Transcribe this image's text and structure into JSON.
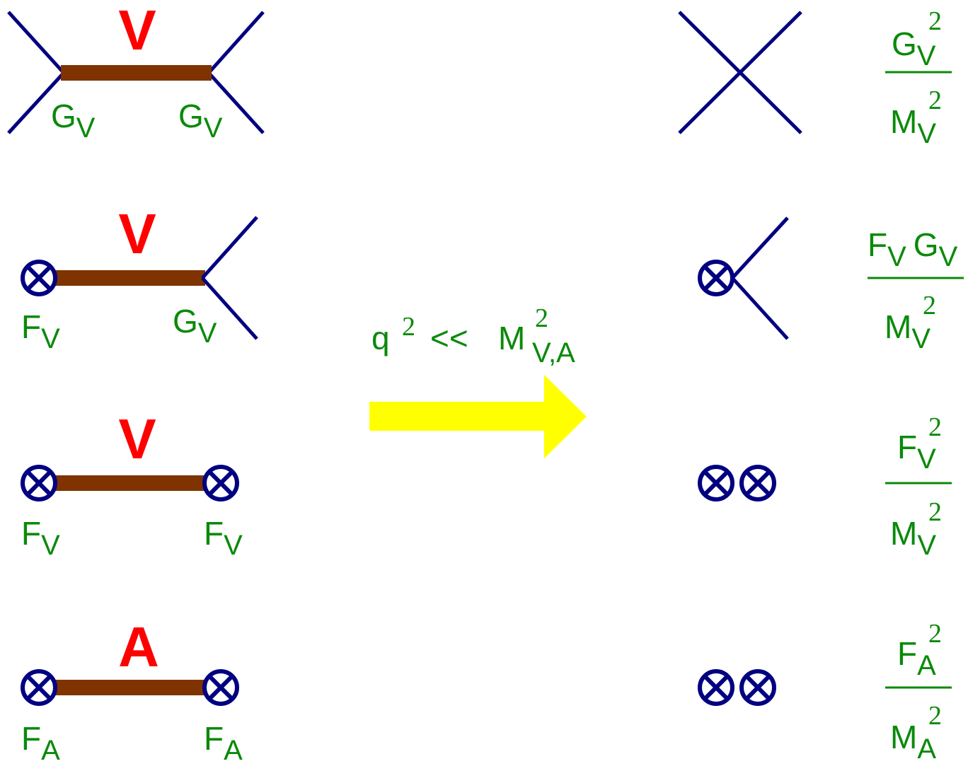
{
  "diagrams": [
    {
      "mediator": "V",
      "left": {
        "main": "G",
        "sub": "V"
      },
      "right": {
        "main": "G",
        "sub": "V"
      }
    },
    {
      "mediator": "V",
      "left": {
        "main": "F",
        "sub": "V"
      },
      "right": {
        "main": "G",
        "sub": "V"
      }
    },
    {
      "mediator": "V",
      "left": {
        "main": "F",
        "sub": "V"
      },
      "right": {
        "main": "F",
        "sub": "V"
      }
    },
    {
      "mediator": "A",
      "left": {
        "main": "F",
        "sub": "A"
      },
      "right": {
        "main": "F",
        "sub": "A"
      }
    }
  ],
  "limit": {
    "q": "q",
    "q_exp": "2",
    "op": "<<",
    "M": "M",
    "M_exp": "2",
    "M_sub": "V,A"
  },
  "fractions": [
    {
      "num": {
        "main": "G",
        "sub": "V",
        "exp": "2"
      },
      "den": {
        "main": "M",
        "sub": "V",
        "exp": "2"
      }
    },
    {
      "num": {
        "main1": "F",
        "sub1": "V",
        "main2": "G",
        "sub2": "V"
      },
      "den": {
        "main": "M",
        "sub": "V",
        "exp": "2"
      }
    },
    {
      "num": {
        "main": "F",
        "sub": "V",
        "exp": "2"
      },
      "den": {
        "main": "M",
        "sub": "V",
        "exp": "2"
      }
    },
    {
      "num": {
        "main": "F",
        "sub": "A",
        "exp": "2"
      },
      "den": {
        "main": "M",
        "sub": "A",
        "exp": "2"
      }
    }
  ],
  "colors": {
    "label": "#0a8a0a",
    "mediator": "#ff0000",
    "line": "#000080",
    "propagator": "#7f3300",
    "arrow": "#ffff00"
  },
  "icons": [
    "current-insertion-icon (circled-times)",
    "right-arrow"
  ]
}
